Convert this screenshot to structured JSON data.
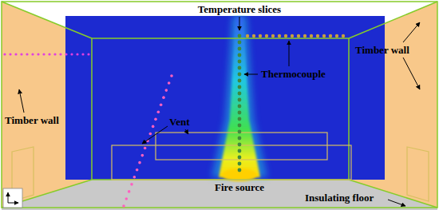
{
  "diagram": {
    "labels": [
      "Temperature slices",
      "Timber wall",
      "Thermocouple",
      "Timber wall",
      "Vent",
      "Fire source",
      "Insulating floor"
    ]
  }
}
